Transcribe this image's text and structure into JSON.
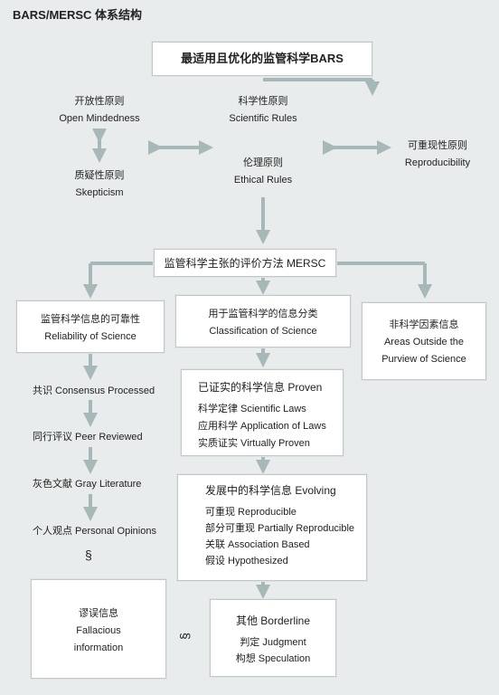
{
  "title": "BARS/MERSC 体系结构",
  "top_box": "最适用且优化的监管科学BARS",
  "principles": {
    "open_cn": "开放性原则",
    "open_en": "Open Mindedness",
    "skeptic_cn": "质疑性原则",
    "skeptic_en": "Skepticism",
    "scientific_cn": "科学性原则",
    "scientific_en": "Scientific Rules",
    "ethical_cn": "伦理原则",
    "ethical_en": "Ethical Rules",
    "repro_cn": "可重现性原则",
    "repro_en": "Reproducibility"
  },
  "mersc_box": "监管科学主张的评价方法 MERSC",
  "reliability": {
    "cn": "监管科学信息的可靠性",
    "en": "Reliability of Science"
  },
  "classification": {
    "cn": "用于监管科学的信息分类",
    "en": "Classification of Science"
  },
  "outside": {
    "cn": "非科学因素信息",
    "en1": "Areas Outside the",
    "en2": "Purview of Science"
  },
  "left_chain": [
    "共识 Consensus Processed",
    "同行评议 Peer Reviewed",
    "灰色文献 Gray Literature",
    "个人观点 Personal Opinions"
  ],
  "section_sign": "§",
  "proven": {
    "title": "已证实的科学信息 Proven",
    "items": [
      "科学定律 Scientific Laws",
      "应用科学 Application of Laws",
      "实质证实 Virtually Proven"
    ]
  },
  "evolving": {
    "title": "发展中的科学信息 Evolving",
    "items": [
      "可重现 Reproducible",
      "部分可重现 Partially Reproducible",
      "关联 Association Based",
      "假设 Hypothesized"
    ]
  },
  "fallacious": {
    "l1": "谬误信息",
    "l2": "Fallacious",
    "l3": "information"
  },
  "borderline": {
    "title": "其他 Borderline",
    "items": [
      "判定 Judgment",
      "构想 Speculation"
    ]
  },
  "colors": {
    "arrow": "#a7b8b8",
    "background": "#e9ecec",
    "box": "#ffffff"
  }
}
